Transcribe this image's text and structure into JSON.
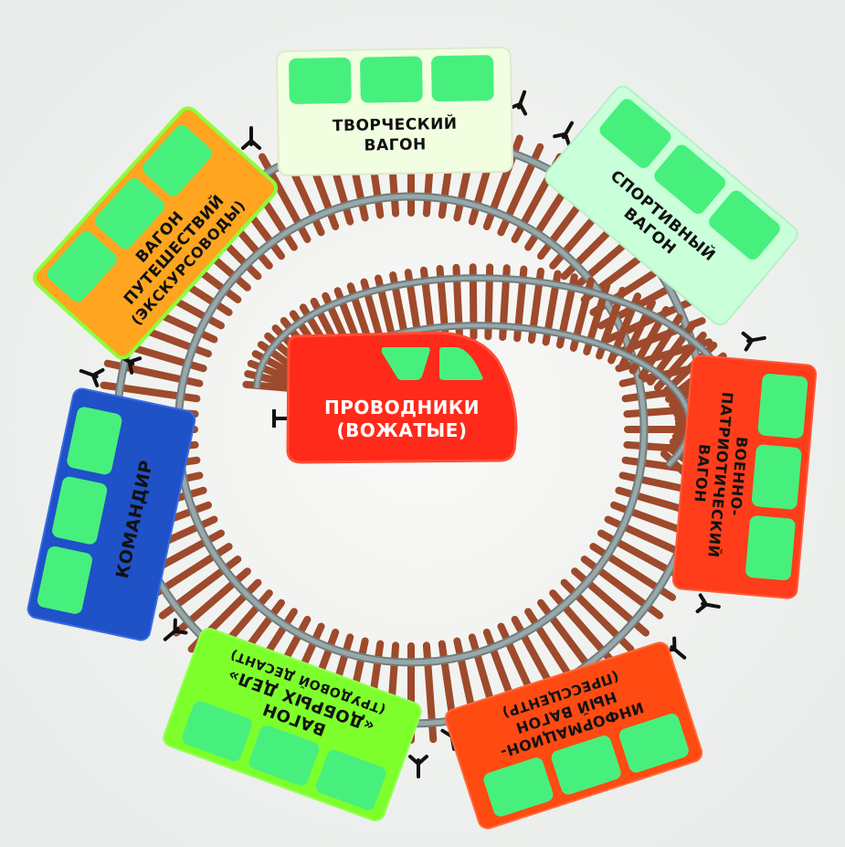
{
  "locomotive": {
    "label_lines": [
      "ПРОВОДНИКИ",
      "(ВОЖАТЫЕ)"
    ],
    "color": "#ff2a1a"
  },
  "wagons": [
    {
      "id": "creative",
      "label_lines": [
        "ТВОРЧЕСКИЙ",
        "ВАГОН"
      ],
      "color": "#f1ffe0"
    },
    {
      "id": "sport",
      "label_lines": [
        "СПОРТИВНЫЙ",
        "ВАГОН"
      ],
      "color": "#c9ffd9"
    },
    {
      "id": "military",
      "label_lines": [
        "ВОЕННО-",
        "ПАТРИОТИЧЕСКИЙ",
        "ВАГОН"
      ],
      "color": "#ff3d1a"
    },
    {
      "id": "info",
      "label_lines": [
        "ИНФОРМАЦИОН-",
        "НЫЙ ВАГОН",
        "(ПРЕССЦЕНТР)"
      ],
      "color": "#ff4a12"
    },
    {
      "id": "good-deeds",
      "label_lines": [
        "ВАГОН",
        "«ДОБРЫХ ДЕЛ»",
        "(ТРУДОВОЙ ДЕСАНТ)"
      ],
      "color": "#7dff2c"
    },
    {
      "id": "commander",
      "label_lines": [
        "КОМАНДИР"
      ],
      "color": "#1f51c7"
    },
    {
      "id": "travel",
      "label_lines": [
        "ВАГОН",
        "ПУТЕШЕСТВИЙ",
        "(ЭКСКУРСОВОДЫ)"
      ],
      "color": "#ffa51f"
    }
  ],
  "colors": {
    "window": "#47f07d",
    "rail": "#9aa7a8",
    "sleeper": "#9e4a2c",
    "coupler": "#111111"
  }
}
